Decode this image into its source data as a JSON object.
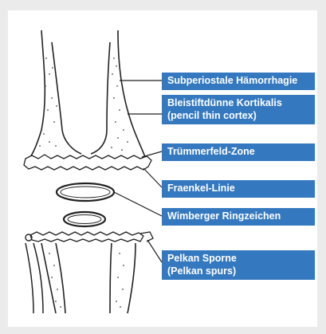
{
  "labels": {
    "subperiosteal": "Subperiostale Hämorrhagie",
    "pencil_de": "Bleistiftdünne Kortikalis",
    "pencil_en": "(pencil thin cortex)",
    "truemmerfeld": "Trümmerfeld-Zone",
    "fraenkel": "Fraenkel-Linie",
    "wimberger": "Wimberger Ringzeichen",
    "pelkan_de": "Pelkan Sporne",
    "pelkan_en": "(Pelkan spurs)"
  },
  "colors": {
    "label_background": "#3479bf",
    "label_text": "#ffffff",
    "line": "#222222",
    "page_background": "#ebebeb"
  }
}
